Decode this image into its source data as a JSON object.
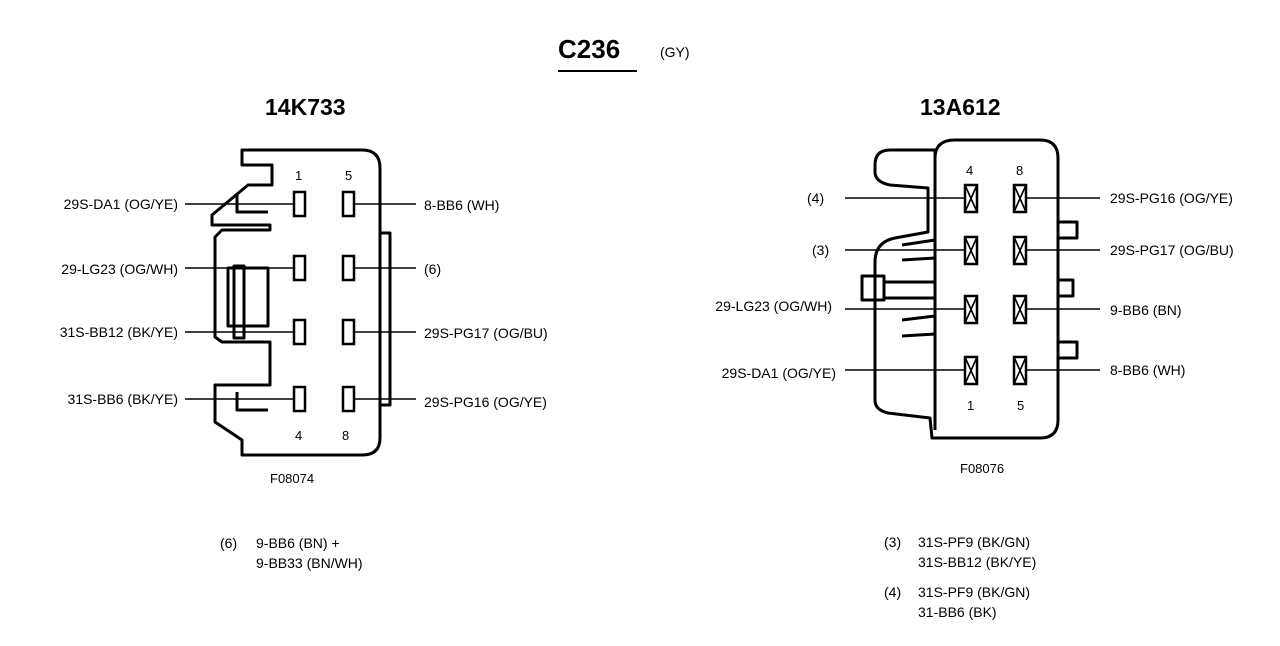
{
  "title": "C236",
  "title_color": "(GY)",
  "left": {
    "name": "14K733",
    "pin_numbers": {
      "top_1": "1",
      "top_5": "5",
      "bot_4": "4",
      "bot_8": "8"
    },
    "labels_left": [
      "29S-DA1 (OG/YE)",
      "29-LG23 (OG/WH)",
      "31S-BB12 (BK/YE)",
      "31S-BB6 (BK/YE)"
    ],
    "labels_right": [
      "8-BB6 (WH)",
      "(6)",
      "29S-PG17 (OG/BU)",
      "29S-PG16 (OG/YE)"
    ],
    "figure_id": "F08074",
    "note": {
      "ref": "(6)",
      "line1": "9-BB6 (BN) +",
      "line2": "9-BB33  (BN/WH)"
    }
  },
  "right": {
    "name": "13A612",
    "pin_numbers": {
      "top_4": "4",
      "top_8": "8",
      "bot_1": "1",
      "bot_5": "5"
    },
    "labels_left": [
      "(4)",
      "(3)",
      "29-LG23 (OG/WH)",
      "29S-DA1 (OG/YE)"
    ],
    "labels_right": [
      "29S-PG16 (OG/YE)",
      "29S-PG17 (OG/BU)",
      "9-BB6 (BN)",
      "8-BB6 (WH)"
    ],
    "figure_id": "F08076",
    "notes": [
      {
        "ref": "(3)",
        "line1": "31S-PF9 (BK/GN)",
        "line2": "31S-BB12 (BK/YE)"
      },
      {
        "ref": "(4)",
        "line1": "31S-PF9 (BK/GN)",
        "line2": "31-BB6 (BK)"
      }
    ]
  }
}
